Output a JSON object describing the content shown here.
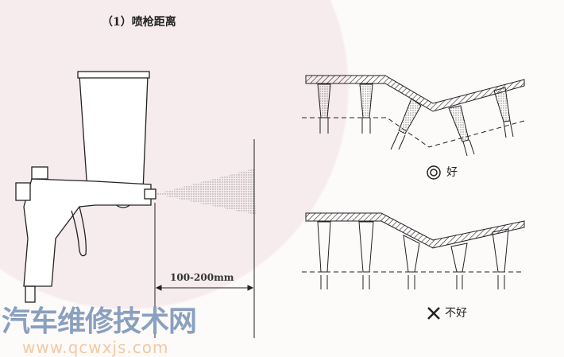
{
  "title": "（1）喷枪距离",
  "distance_label": "100-200mm",
  "good_label": "好",
  "bad_label": "不好",
  "watermark": {
    "text": "汽车维修技术网",
    "url": "www.qcwxjs.com"
  },
  "colors": {
    "background_circle": "#f7eced",
    "watermark_text": "#8aa0bf",
    "watermark_url": "#f2c9a0"
  }
}
